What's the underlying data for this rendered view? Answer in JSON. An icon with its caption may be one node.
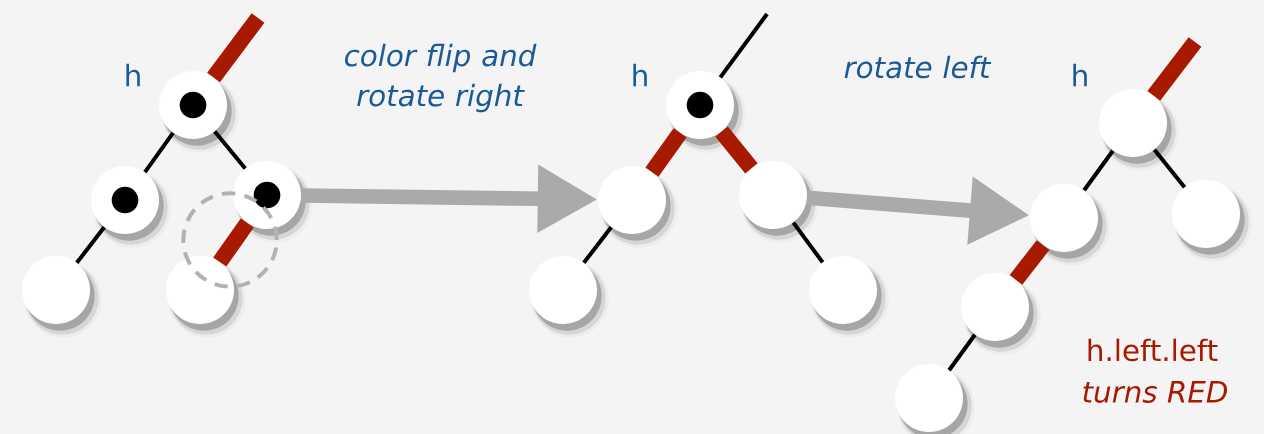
{
  "diagram": {
    "nodes": [
      {
        "text": [],
        "shape": "circle"
      },
      {
        "text": [],
        "shape": "circle"
      },
      {
        "text": [],
        "shape": "circle"
      },
      {
        "text": [],
        "shape": "circle"
      },
      {
        "text": [],
        "shape": "circle"
      },
      {
        "text": [],
        "shape": "circle"
      },
      {
        "text": [],
        "shape": "circle"
      },
      {
        "text": [],
        "shape": "circle"
      },
      {
        "text": [],
        "shape": "circle"
      },
      {
        "text": [],
        "shape": "circle"
      },
      {
        "text": [],
        "shape": "circle"
      },
      {
        "text": [],
        "shape": "circle"
      },
      {
        "text": [],
        "shape": "circle"
      },
      {
        "text": [],
        "shape": "circle"
      },
      {
        "text": [],
        "shape": "circle"
      }
    ],
    "edges": [
      {
        "from": null,
        "to": 0,
        "arrow": "none",
        "style": "thick",
        "color": "#a81a00"
      },
      {
        "from": 0,
        "to": 1,
        "arrow": "none"
      },
      {
        "from": 0,
        "to": 2,
        "arrow": "none"
      },
      {
        "from": 1,
        "to": 3,
        "arrow": "none"
      },
      {
        "from": 2,
        "to": 4,
        "arrow": "none",
        "style": "thick",
        "color": "#a81a00"
      },
      {
        "from": null,
        "to": 5,
        "arrow": "none"
      },
      {
        "from": 5,
        "to": 6,
        "arrow": "none",
        "style": "thick",
        "color": "#a81a00"
      },
      {
        "from": 5,
        "to": 7,
        "arrow": "none",
        "style": "thick",
        "color": "#a81a00"
      },
      {
        "from": 6,
        "to": 8,
        "arrow": "none"
      },
      {
        "from": 7,
        "to": 9,
        "arrow": "none"
      },
      {
        "from": null,
        "to": 10,
        "arrow": "none",
        "style": "thick",
        "color": "#a81a00"
      },
      {
        "from": 10,
        "to": 11,
        "arrow": "none"
      },
      {
        "from": 10,
        "to": 12,
        "arrow": "none"
      },
      {
        "from": 11,
        "to": 13,
        "arrow": "none",
        "style": "thick",
        "color": "#a81a00"
      },
      {
        "from": 13,
        "to": 14,
        "arrow": "none"
      },
      {
        "from": 2,
        "to": 6,
        "arrow": "to",
        "style": "thick",
        "color": "#aaaaaa"
      },
      {
        "from": 7,
        "to": 11,
        "arrow": "to",
        "style": "thick",
        "color": "#aaaaaa"
      }
    ],
    "labels": [
      "h",
      "color flip and rotate right",
      "h",
      "rotate left",
      "h",
      "h.left.left",
      "turns RED"
    ]
  }
}
